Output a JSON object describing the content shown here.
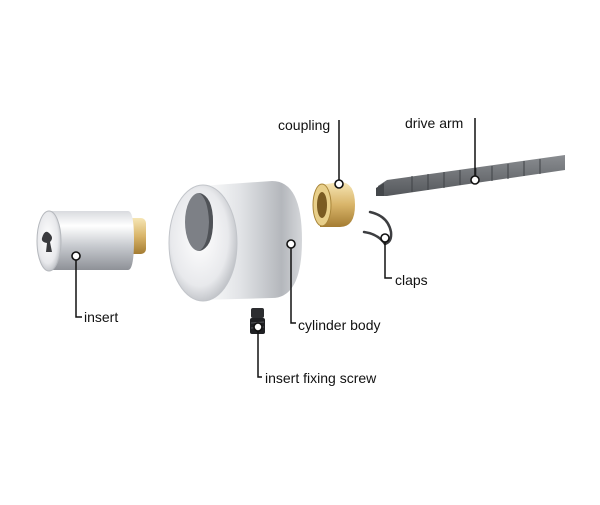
{
  "labels": {
    "coupling": "coupling",
    "drive_arm": "drive arm",
    "claps": "claps",
    "insert": "insert",
    "cylinder_body": "cylinder body",
    "insert_fixing_screw": "insert fixing screw"
  },
  "colors": {
    "steel_light": "#f4f5f7",
    "steel_mid": "#c9ccd1",
    "steel_dark": "#8d9097",
    "brass_light": "#f3dfa6",
    "brass_dark": "#b8903f",
    "arm_gray": "#6b6e72",
    "callout_line": "#111111"
  }
}
